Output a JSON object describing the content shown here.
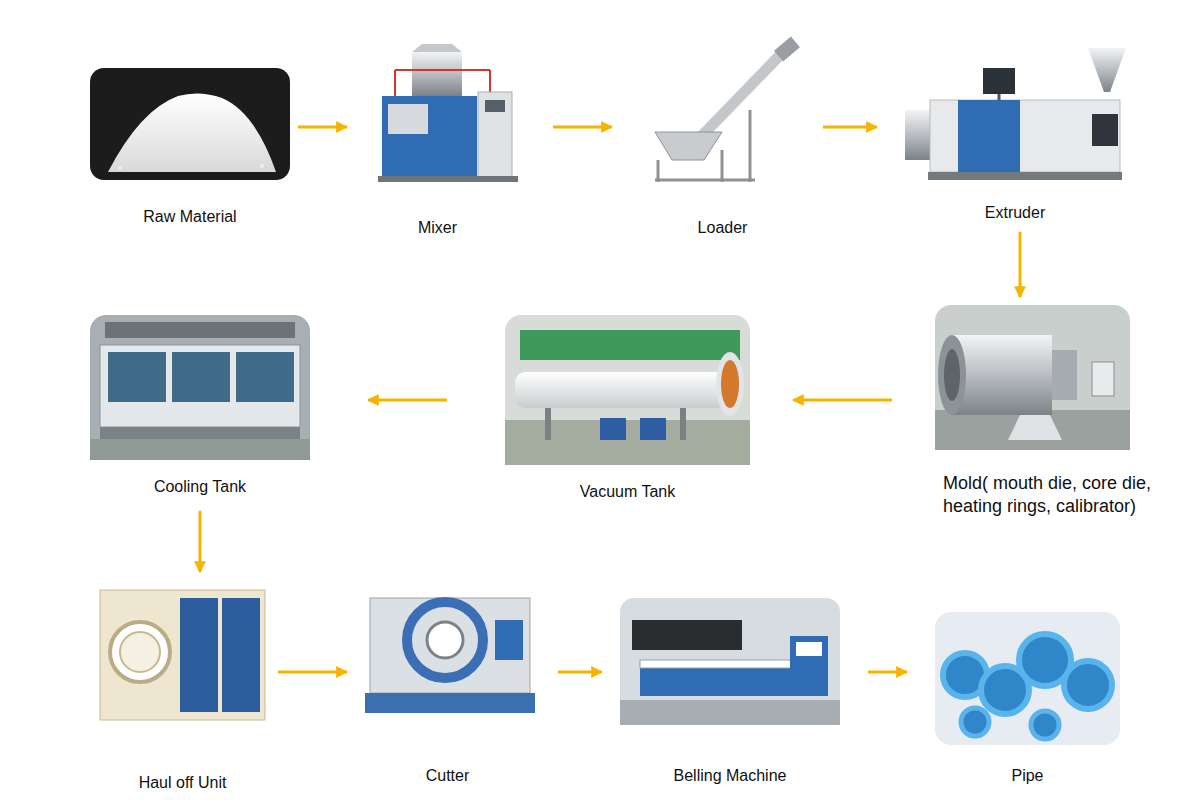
{
  "diagram": {
    "nodes": [
      {
        "text": [
          "Raw Material"
        ]
      },
      {
        "text": [
          "Mixer"
        ]
      },
      {
        "text": [
          "Loader"
        ]
      },
      {
        "text": [
          "Extruder"
        ]
      },
      {
        "text": [
          "Mold( mouth die, core die, heating rings, calibrator)"
        ]
      },
      {
        "text": [
          "Vacuum Tank"
        ]
      },
      {
        "text": [
          "Cooling Tank"
        ]
      },
      {
        "text": [
          "Haul off Unit"
        ]
      },
      {
        "text": [
          "Cutter"
        ]
      },
      {
        "text": [
          "Belling Machine"
        ]
      },
      {
        "text": [
          "Pipe"
        ]
      }
    ],
    "edges": [
      {
        "from": 0,
        "to": 1,
        "arrow": "to"
      },
      {
        "from": 1,
        "to": 2,
        "arrow": "to"
      },
      {
        "from": 2,
        "to": 3,
        "arrow": "to"
      },
      {
        "from": 3,
        "to": 4,
        "arrow": "to"
      },
      {
        "from": 4,
        "to": 5,
        "arrow": "to"
      },
      {
        "from": 5,
        "to": 6,
        "arrow": "to"
      },
      {
        "from": 6,
        "to": 7,
        "arrow": "to"
      },
      {
        "from": 7,
        "to": 8,
        "arrow": "to"
      },
      {
        "from": 8,
        "to": 9,
        "arrow": "to"
      },
      {
        "from": 9,
        "to": 10,
        "arrow": "to"
      }
    ]
  }
}
